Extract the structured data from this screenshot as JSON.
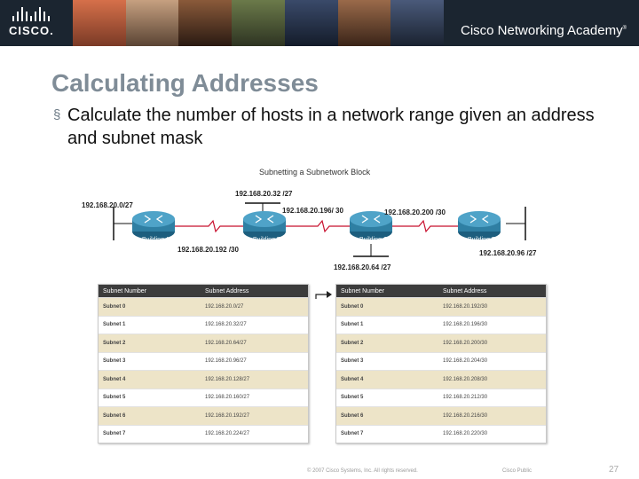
{
  "header": {
    "brand": "CISCO.",
    "academy": "Cisco Networking Academy",
    "tm": "®"
  },
  "slide": {
    "title": "Calculating Addresses",
    "bullet": "Calculate the number of hosts in a network range given an address and subnet mask"
  },
  "diagram": {
    "caption": "Subnetting a Subnetwork Block",
    "labels": {
      "left_lan": "192.168.20.0/27",
      "top_lan": "192.168.20.32 /27",
      "link_bc": "192.168.20.196/ 30",
      "link_cd": "192.168.20.200 /30",
      "link_ab": "192.168.20.192 /30",
      "bottom_lan": "192.168.20.64 /27",
      "right_lan": "192.168.20.96 /27"
    },
    "routers": [
      "Building A",
      "Building B",
      "Building C",
      "Building D"
    ]
  },
  "table_left": {
    "headers": [
      "Subnet Number",
      "Subnet Address"
    ],
    "rows": [
      [
        "Subnet 0",
        "192.168.20.0/27"
      ],
      [
        "Subnet 1",
        "192.168.20.32/27"
      ],
      [
        "Subnet 2",
        "192.168.20.64/27"
      ],
      [
        "Subnet 3",
        "192.168.20.96/27"
      ],
      [
        "Subnet 4",
        "192.168.20.128/27"
      ],
      [
        "Subnet 5",
        "192.168.20.160/27"
      ],
      [
        "Subnet 6",
        "192.168.20.192/27"
      ],
      [
        "Subnet 7",
        "192.168.20.224/27"
      ]
    ]
  },
  "table_right": {
    "headers": [
      "Subnet Number",
      "Subnet Address"
    ],
    "rows": [
      [
        "Subnet 0",
        "192.168.20.192/30"
      ],
      [
        "Subnet 1",
        "192.168.20.196/30"
      ],
      [
        "Subnet 2",
        "192.168.20.200/30"
      ],
      [
        "Subnet 3",
        "192.168.20.204/30"
      ],
      [
        "Subnet 4",
        "192.168.20.208/30"
      ],
      [
        "Subnet 5",
        "192.168.20.212/30"
      ],
      [
        "Subnet 6",
        "192.168.20.216/30"
      ],
      [
        "Subnet 7",
        "192.168.20.220/30"
      ]
    ]
  },
  "footer": {
    "copyright": "© 2007 Cisco Systems, Inc. All rights reserved.",
    "label": "Cisco Public",
    "page": "27"
  },
  "colors": {
    "banner": "#1b2530",
    "title": "#7f8c97",
    "router": "#2f7fa3",
    "link": "#c8102e",
    "table_header": "#3c3c3c",
    "row_alt": "#ede4c8"
  },
  "icons": [
    "cisco-logo",
    "router-icon",
    "arrow-right-icon"
  ]
}
